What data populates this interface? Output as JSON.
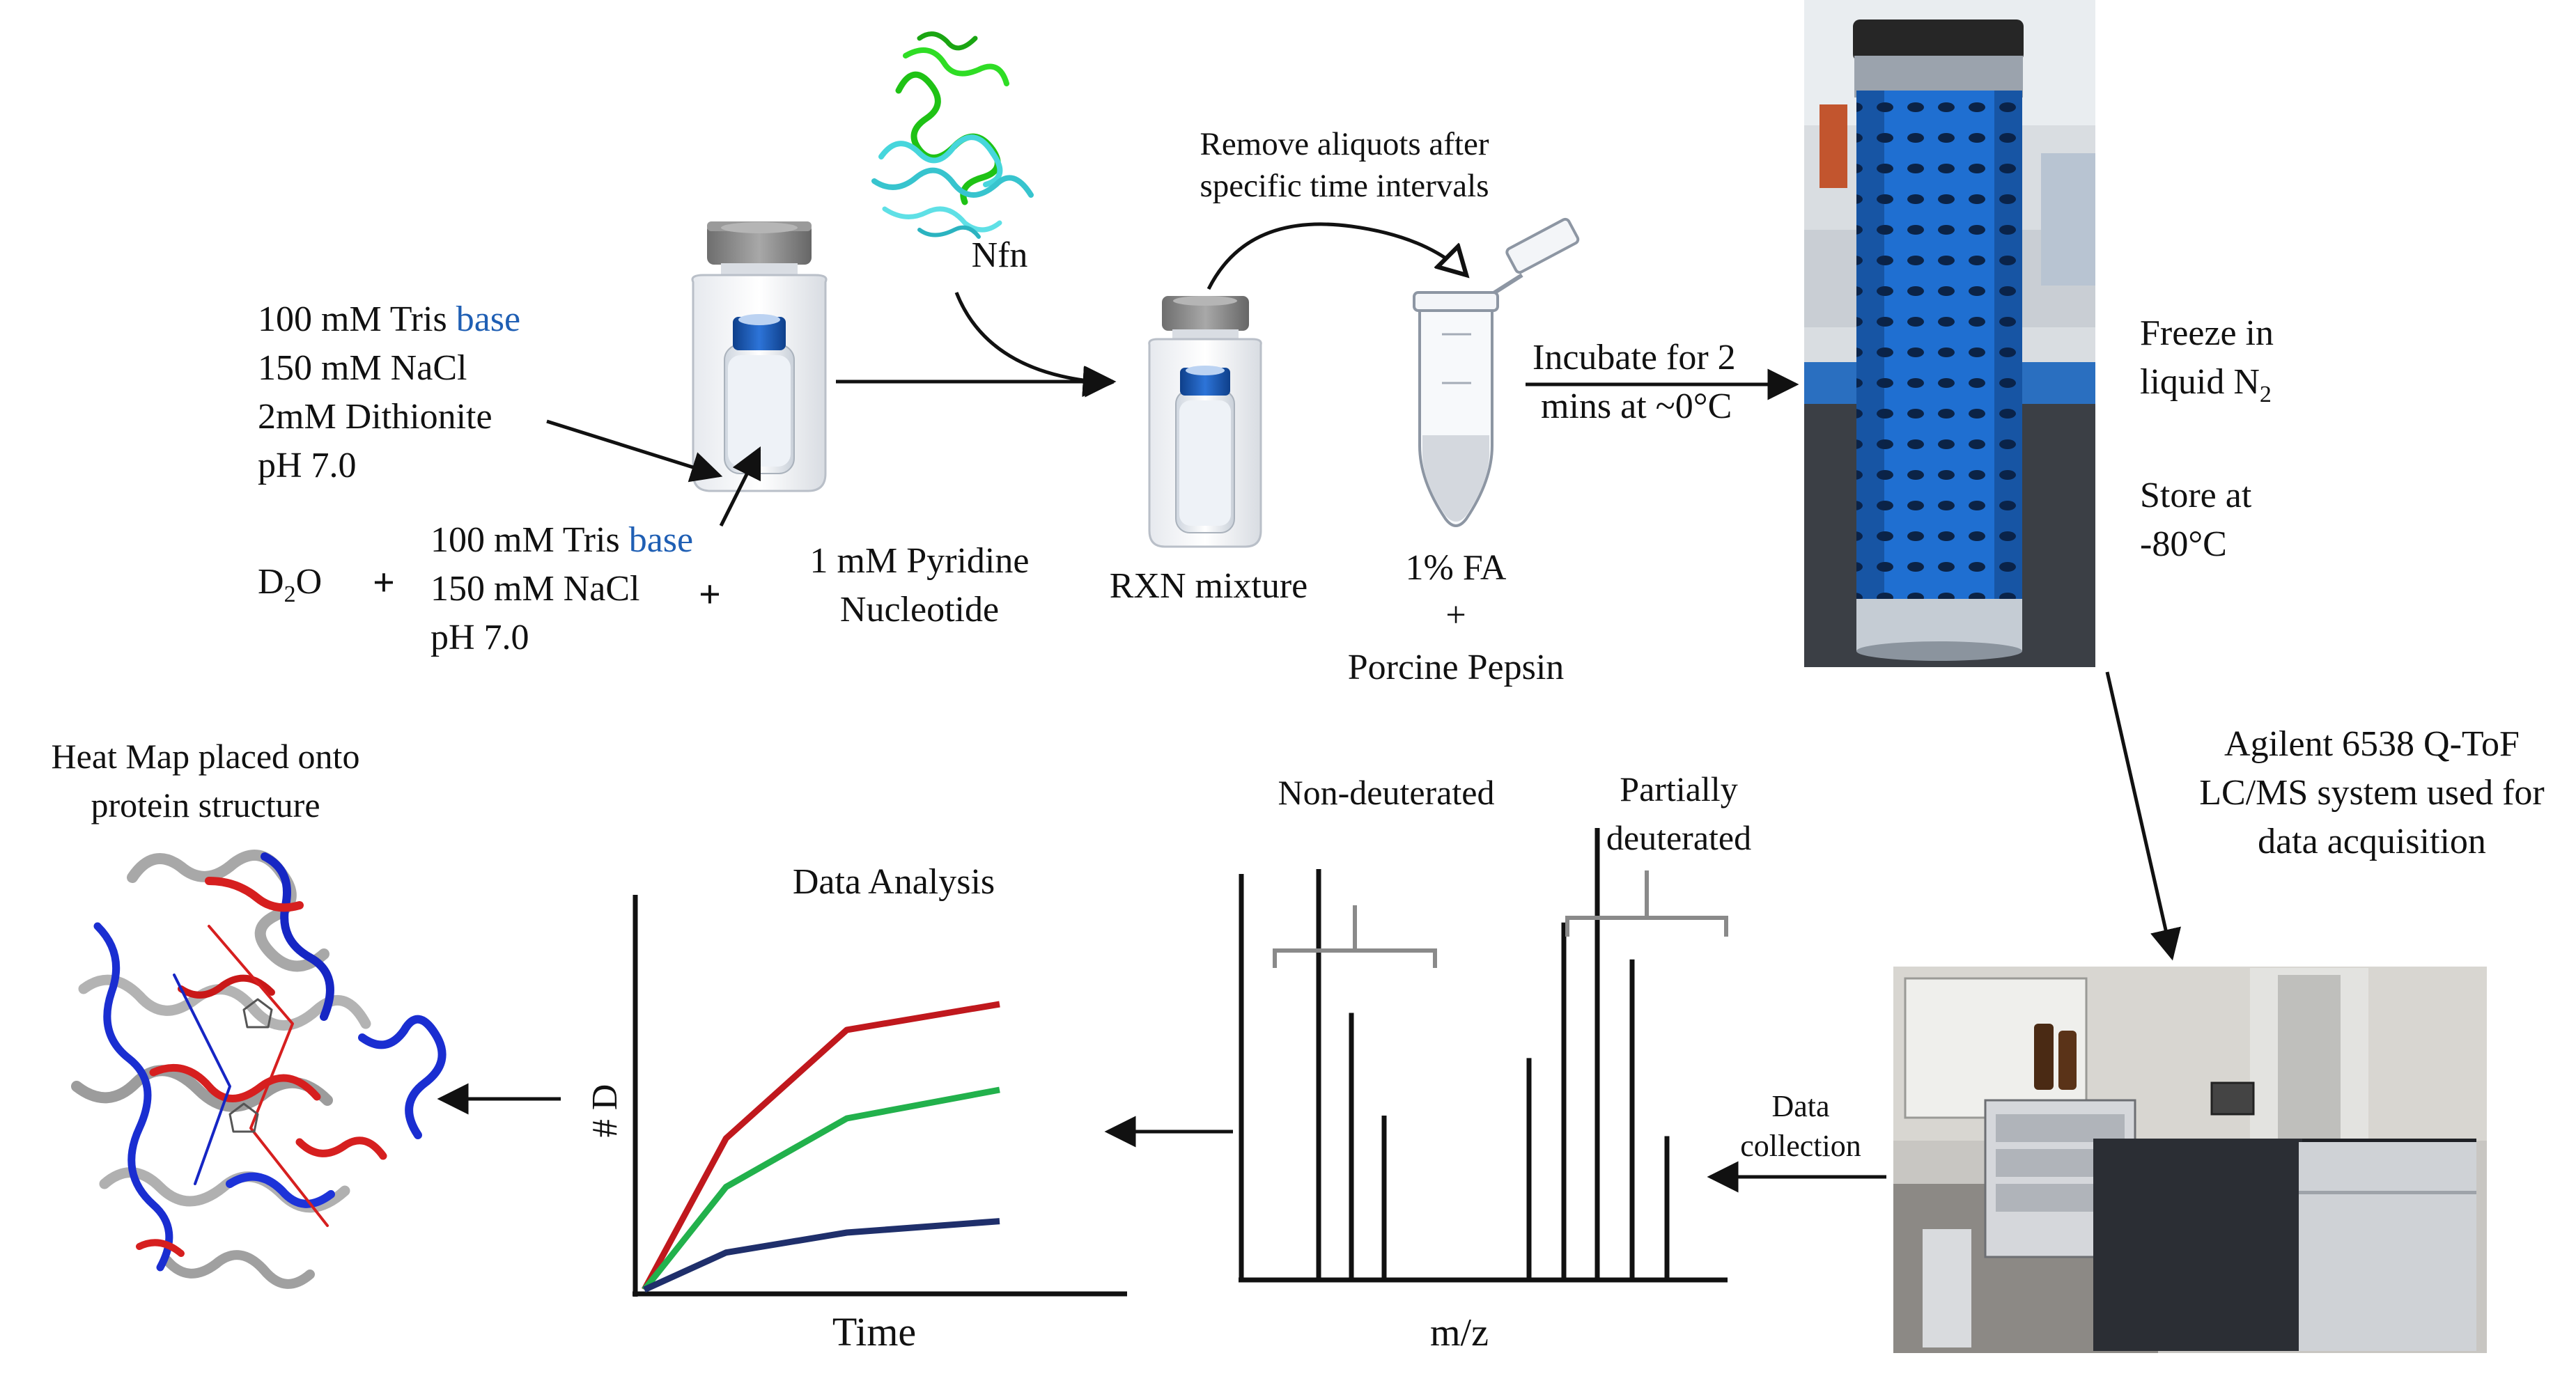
{
  "buffer1": {
    "line1_prefix": "100 mM Tris ",
    "line1_blue": "base",
    "line2": "150 mM NaCl",
    "line3": "2mM Dithionite",
    "line4": "pH 7.0"
  },
  "d2o": {
    "main": "D",
    "sub": "2",
    "tail": "O"
  },
  "buffer2": {
    "line1_prefix": "100 mM Tris ",
    "line1_blue": "base",
    "line2": "150 mM NaCl",
    "line3": "pH 7.0"
  },
  "plus": "+",
  "pyridine": {
    "line1": "1 mM Pyridine",
    "line2": "Nucleotide"
  },
  "nfn_label": "Nfn",
  "rxn_label": "RXN mixture",
  "aliquot_note": {
    "line1": "Remove aliquots after",
    "line2": "specific time intervals"
  },
  "quench": {
    "line1": "1% FA",
    "line2": "+",
    "line3": "Porcine Pepsin"
  },
  "incubate": {
    "line1": "Incubate for 2",
    "line2": "mins at ~0°C"
  },
  "freeze": {
    "line1": "Freeze in",
    "line2_main": "liquid N",
    "line2_sub": "2"
  },
  "store": {
    "line1": "Store at",
    "line2": "-80°C"
  },
  "instrument": {
    "line1": "Agilent 6538 Q-ToF",
    "line2": "LC/MS system used for",
    "line3": "data acquisition"
  },
  "data_collection": {
    "line1": "Data",
    "line2": "collection"
  },
  "spectrum": {
    "group1_label": "Non-deuterated",
    "group2_label_line1": "Partially",
    "group2_label_line2": "deuterated",
    "xlabel": "m/z"
  },
  "analysis": {
    "title": "Data Analysis",
    "xlabel": "Time",
    "ylabel": "# D"
  },
  "heatmap": {
    "line1": "Heat Map placed onto",
    "line2": "protein structure"
  },
  "colors": {
    "text": "#111111",
    "blue_text": "#1f5fb4",
    "red": "#c0181d",
    "green": "#22b14c",
    "navy": "#1f2f6b",
    "tube_blue": "#2a7fd6",
    "cap_gray": "#808080"
  },
  "chart_data": [
    {
      "type": "bar",
      "title": "",
      "xlabel": "m/z",
      "ylabel": "",
      "series": [
        {
          "name": "Non-deuterated",
          "values": [
            1.0,
            0.65,
            0.4
          ]
        },
        {
          "name": "Partially deuterated",
          "values": [
            0.54,
            0.87,
            1.1,
            0.78,
            0.35
          ]
        }
      ]
    },
    {
      "type": "line",
      "title": "Data Analysis",
      "xlabel": "Time",
      "ylabel": "# D",
      "x": [
        0,
        0.23,
        0.57,
        1.0
      ],
      "series": [
        {
          "color": "#c0181d",
          "values": [
            0,
            0.53,
            0.91,
            1.0
          ]
        },
        {
          "color": "#22b14c",
          "values": [
            0,
            0.36,
            0.6,
            0.7
          ]
        },
        {
          "color": "#1f2f6b",
          "values": [
            0,
            0.13,
            0.2,
            0.24
          ]
        }
      ]
    }
  ]
}
